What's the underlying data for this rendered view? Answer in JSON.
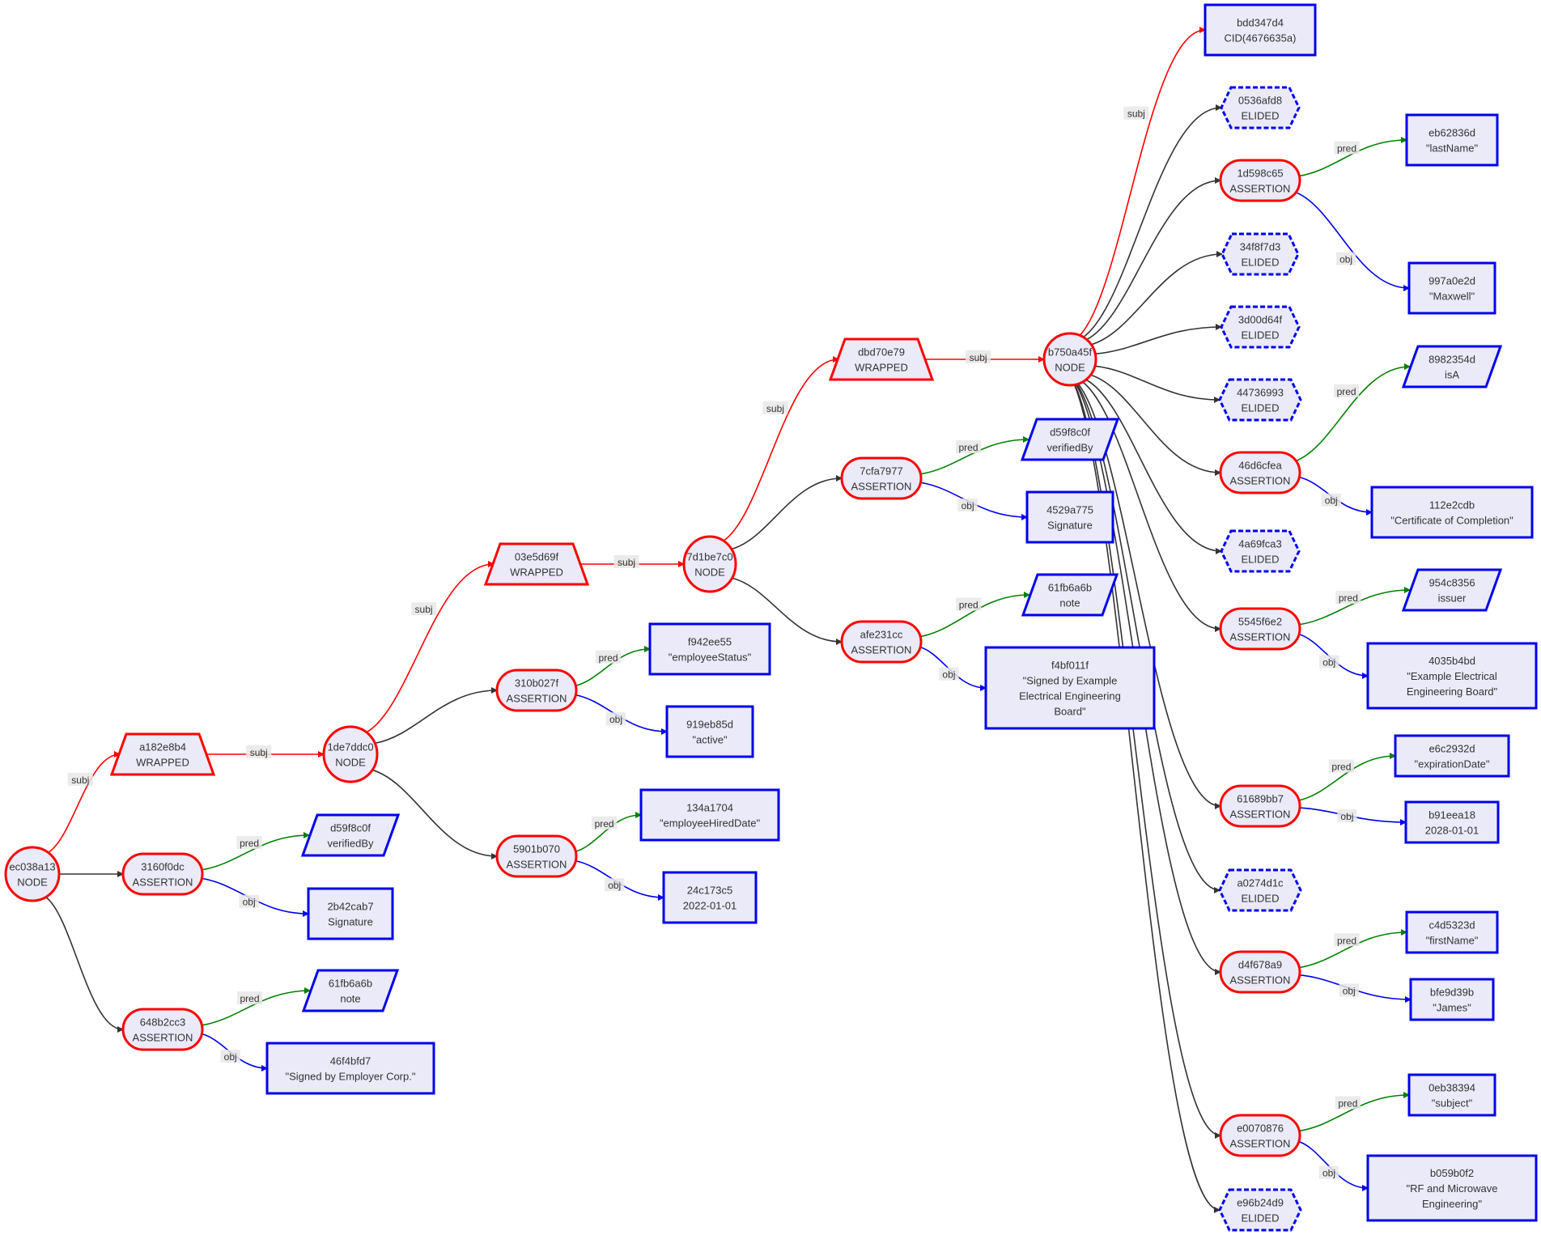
{
  "diagram": {
    "title": "Envelope structure graph",
    "colors": {
      "node_fill": "#eaeaf9",
      "structure_stroke": "#ff0000",
      "leaf_stroke": "#0000ee",
      "edge_default": "#333333",
      "edge_subj": "#ff0000",
      "edge_pred": "#008000",
      "edge_obj": "#0000ee",
      "text": "#333333"
    },
    "nodes": [
      {
        "id": "ec038a13",
        "type": "NODE",
        "shape": "circle"
      },
      {
        "id": "a182e8b4",
        "type": "WRAPPED",
        "shape": "trapezoid"
      },
      {
        "id": "1de7ddc0",
        "type": "NODE",
        "shape": "circle"
      },
      {
        "id": "03e5d69f",
        "type": "WRAPPED",
        "shape": "trapezoid"
      },
      {
        "id": "7d1be7c0",
        "type": "NODE",
        "shape": "circle"
      },
      {
        "id": "dbd70e79",
        "type": "WRAPPED",
        "shape": "trapezoid"
      },
      {
        "id": "b750a45f",
        "type": "NODE",
        "shape": "circle"
      },
      {
        "id": "bdd347d4",
        "type": "CID(4676635a)",
        "shape": "rect"
      },
      {
        "id": "0536afd8",
        "type": "ELIDED",
        "shape": "hexagon"
      },
      {
        "id": "1d598c65",
        "type": "ASSERTION",
        "shape": "stadium"
      },
      {
        "id": "eb62836d",
        "type": "\"lastName\"",
        "shape": "rect"
      },
      {
        "id": "997a0e2d",
        "type": "\"Maxwell\"",
        "shape": "rect"
      },
      {
        "id": "34f8f7d3",
        "type": "ELIDED",
        "shape": "hexagon"
      },
      {
        "id": "3d00d64f",
        "type": "ELIDED",
        "shape": "hexagon"
      },
      {
        "id": "44736993",
        "type": "ELIDED",
        "shape": "hexagon"
      },
      {
        "id": "46d6cfea",
        "type": "ASSERTION",
        "shape": "stadium"
      },
      {
        "id": "8982354d",
        "type": "isA",
        "shape": "parallelogram"
      },
      {
        "id": "112e2cdb",
        "type": "\"Certificate of Completion\"",
        "shape": "rect"
      },
      {
        "id": "4a69fca3",
        "type": "ELIDED",
        "shape": "hexagon"
      },
      {
        "id": "5545f6e2",
        "type": "ASSERTION",
        "shape": "stadium"
      },
      {
        "id": "954c8356",
        "type": "issuer",
        "shape": "parallelogram"
      },
      {
        "id": "4035b4bd",
        "type": "\"Example Electrical|Engineering Board\"",
        "shape": "rect"
      },
      {
        "id": "61689bb7",
        "type": "ASSERTION",
        "shape": "stadium"
      },
      {
        "id": "e6c2932d",
        "type": "\"expirationDate\"",
        "shape": "rect"
      },
      {
        "id": "b91eea18",
        "type": "2028-01-01",
        "shape": "rect"
      },
      {
        "id": "a0274d1c",
        "type": "ELIDED",
        "shape": "hexagon"
      },
      {
        "id": "d4f678a9",
        "type": "ASSERTION",
        "shape": "stadium"
      },
      {
        "id": "c4d5323d",
        "type": "\"firstName\"",
        "shape": "rect"
      },
      {
        "id": "bfe9d39b",
        "type": "\"James\"",
        "shape": "rect"
      },
      {
        "id": "e0070876",
        "type": "ASSERTION",
        "shape": "stadium"
      },
      {
        "id": "0eb38394",
        "type": "\"subject\"",
        "shape": "rect"
      },
      {
        "id": "b059b0f2",
        "type": "\"RF and Microwave|Engineering\"",
        "shape": "rect"
      },
      {
        "id": "e96b24d9",
        "type": "ELIDED",
        "shape": "hexagon"
      },
      {
        "id": "7cfa7977",
        "type": "ASSERTION",
        "shape": "stadium"
      },
      {
        "id": "d59f8c0f_b",
        "type": "verifiedBy",
        "shape": "parallelogram",
        "label": "d59f8c0f"
      },
      {
        "id": "4529a775",
        "type": "Signature",
        "shape": "rect"
      },
      {
        "id": "afe231cc",
        "type": "ASSERTION",
        "shape": "stadium"
      },
      {
        "id": "61fb6a6b_b",
        "type": "note",
        "shape": "parallelogram",
        "label": "61fb6a6b"
      },
      {
        "id": "f4bf011f",
        "type": "\"Signed by Example|Electrical Engineering|Board\"",
        "shape": "rect"
      },
      {
        "id": "310b027f",
        "type": "ASSERTION",
        "shape": "stadium"
      },
      {
        "id": "f942ee55",
        "type": "\"employeeStatus\"",
        "shape": "rect"
      },
      {
        "id": "919eb85d",
        "type": "\"active\"",
        "shape": "rect"
      },
      {
        "id": "5901b070",
        "type": "ASSERTION",
        "shape": "stadium"
      },
      {
        "id": "134a1704",
        "type": "\"employeeHiredDate\"",
        "shape": "rect"
      },
      {
        "id": "24c173c5",
        "type": "2022-01-01",
        "shape": "rect"
      },
      {
        "id": "3160f0dc",
        "type": "ASSERTION",
        "shape": "stadium"
      },
      {
        "id": "d59f8c0f_a",
        "type": "verifiedBy",
        "shape": "parallelogram",
        "label": "d59f8c0f"
      },
      {
        "id": "2b42cab7",
        "type": "Signature",
        "shape": "rect"
      },
      {
        "id": "648b2cc3",
        "type": "ASSERTION",
        "shape": "stadium"
      },
      {
        "id": "61fb6a6b_a",
        "type": "note",
        "shape": "parallelogram",
        "label": "61fb6a6b"
      },
      {
        "id": "46f4bfd7",
        "type": "\"Signed by Employer Corp.\"",
        "shape": "rect"
      }
    ],
    "edges": [
      {
        "from": "ec038a13",
        "to": "a182e8b4",
        "label": "subj"
      },
      {
        "from": "ec038a13",
        "to": "3160f0dc",
        "label": ""
      },
      {
        "from": "ec038a13",
        "to": "648b2cc3",
        "label": ""
      },
      {
        "from": "a182e8b4",
        "to": "1de7ddc0",
        "label": "subj"
      },
      {
        "from": "3160f0dc",
        "to": "d59f8c0f_a",
        "label": "pred"
      },
      {
        "from": "3160f0dc",
        "to": "2b42cab7",
        "label": "obj"
      },
      {
        "from": "648b2cc3",
        "to": "61fb6a6b_a",
        "label": "pred"
      },
      {
        "from": "648b2cc3",
        "to": "46f4bfd7",
        "label": "obj"
      },
      {
        "from": "1de7ddc0",
        "to": "03e5d69f",
        "label": "subj"
      },
      {
        "from": "1de7ddc0",
        "to": "310b027f",
        "label": ""
      },
      {
        "from": "1de7ddc0",
        "to": "5901b070",
        "label": ""
      },
      {
        "from": "310b027f",
        "to": "f942ee55",
        "label": "pred"
      },
      {
        "from": "310b027f",
        "to": "919eb85d",
        "label": "obj"
      },
      {
        "from": "5901b070",
        "to": "134a1704",
        "label": "pred"
      },
      {
        "from": "5901b070",
        "to": "24c173c5",
        "label": "obj"
      },
      {
        "from": "03e5d69f",
        "to": "7d1be7c0",
        "label": "subj"
      },
      {
        "from": "7d1be7c0",
        "to": "dbd70e79",
        "label": "subj"
      },
      {
        "from": "7d1be7c0",
        "to": "7cfa7977",
        "label": ""
      },
      {
        "from": "7d1be7c0",
        "to": "afe231cc",
        "label": ""
      },
      {
        "from": "7cfa7977",
        "to": "d59f8c0f_b",
        "label": "pred"
      },
      {
        "from": "7cfa7977",
        "to": "4529a775",
        "label": "obj"
      },
      {
        "from": "afe231cc",
        "to": "61fb6a6b_b",
        "label": "pred"
      },
      {
        "from": "afe231cc",
        "to": "f4bf011f",
        "label": "obj"
      },
      {
        "from": "dbd70e79",
        "to": "b750a45f",
        "label": "subj"
      },
      {
        "from": "b750a45f",
        "to": "bdd347d4",
        "label": "subj"
      },
      {
        "from": "b750a45f",
        "to": "0536afd8",
        "label": ""
      },
      {
        "from": "b750a45f",
        "to": "1d598c65",
        "label": ""
      },
      {
        "from": "b750a45f",
        "to": "34f8f7d3",
        "label": ""
      },
      {
        "from": "b750a45f",
        "to": "3d00d64f",
        "label": ""
      },
      {
        "from": "b750a45f",
        "to": "44736993",
        "label": ""
      },
      {
        "from": "b750a45f",
        "to": "46d6cfea",
        "label": ""
      },
      {
        "from": "b750a45f",
        "to": "4a69fca3",
        "label": ""
      },
      {
        "from": "b750a45f",
        "to": "5545f6e2",
        "label": ""
      },
      {
        "from": "b750a45f",
        "to": "61689bb7",
        "label": ""
      },
      {
        "from": "b750a45f",
        "to": "a0274d1c",
        "label": ""
      },
      {
        "from": "b750a45f",
        "to": "d4f678a9",
        "label": ""
      },
      {
        "from": "b750a45f",
        "to": "e0070876",
        "label": ""
      },
      {
        "from": "b750a45f",
        "to": "e96b24d9",
        "label": ""
      },
      {
        "from": "1d598c65",
        "to": "eb62836d",
        "label": "pred"
      },
      {
        "from": "1d598c65",
        "to": "997a0e2d",
        "label": "obj"
      },
      {
        "from": "46d6cfea",
        "to": "8982354d",
        "label": "pred"
      },
      {
        "from": "46d6cfea",
        "to": "112e2cdb",
        "label": "obj"
      },
      {
        "from": "5545f6e2",
        "to": "954c8356",
        "label": "pred"
      },
      {
        "from": "5545f6e2",
        "to": "4035b4bd",
        "label": "obj"
      },
      {
        "from": "61689bb7",
        "to": "e6c2932d",
        "label": "pred"
      },
      {
        "from": "61689bb7",
        "to": "b91eea18",
        "label": "obj"
      },
      {
        "from": "d4f678a9",
        "to": "c4d5323d",
        "label": "pred"
      },
      {
        "from": "d4f678a9",
        "to": "bfe9d39b",
        "label": "obj"
      },
      {
        "from": "e0070876",
        "to": "0eb38394",
        "label": "pred"
      },
      {
        "from": "e0070876",
        "to": "b059b0f2",
        "label": "obj"
      }
    ]
  }
}
